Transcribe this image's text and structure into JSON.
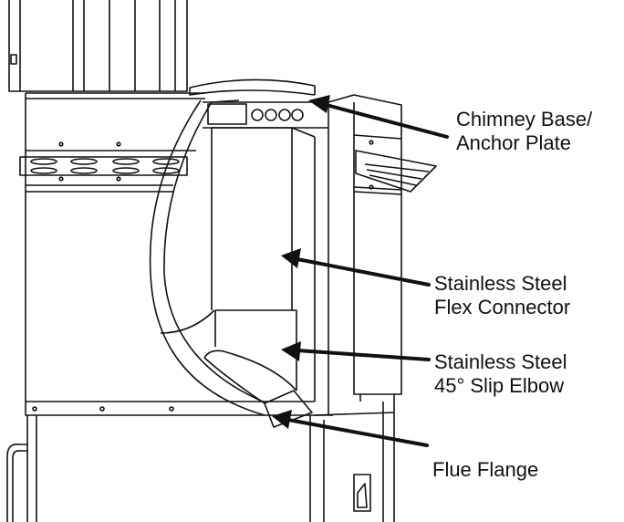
{
  "callouts": {
    "chimney": {
      "line1": "Chimney Base/",
      "line2": "Anchor Plate"
    },
    "flex": {
      "line1": "Stainless Steel",
      "line2": "Flex Connector"
    },
    "elbow": {
      "line1": "Stainless Steel",
      "line2": "45° Slip Elbow"
    },
    "flange": {
      "line1": "Flue Flange"
    }
  },
  "colors": {
    "line": "#111111",
    "background": "#ffffff"
  }
}
